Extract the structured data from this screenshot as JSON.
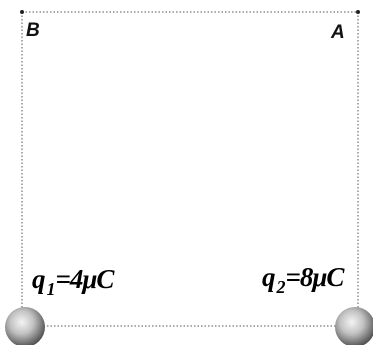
{
  "corners": {
    "top_left_label": "B",
    "top_right_label": "A"
  },
  "charges": {
    "q1": {
      "symbol": "q",
      "subscript": "1",
      "value_text": "=4μC"
    },
    "q2": {
      "symbol": "q",
      "subscript": "2",
      "value_text": "=8μC"
    }
  },
  "colors": {
    "border_dots": "#555555",
    "sphere_light": "#f4f4f4",
    "sphere_dark": "#4a4a4a"
  }
}
